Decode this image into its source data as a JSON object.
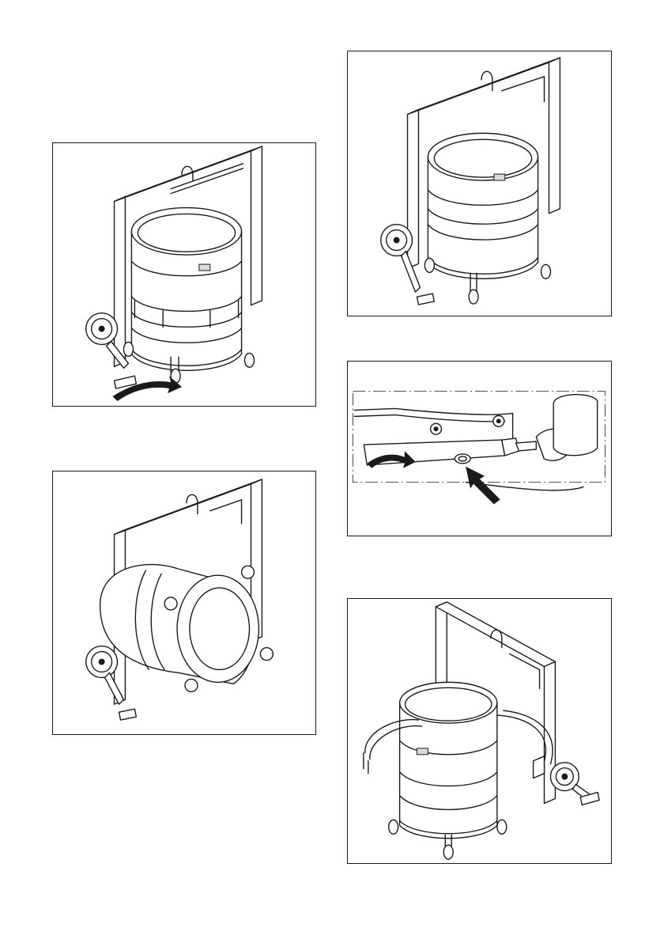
{
  "figures": [
    {
      "id": "fig1",
      "icons": [
        "lifting-frame",
        "drum",
        "crank-handle",
        "rotate-arrow"
      ]
    },
    {
      "id": "fig2",
      "icons": [
        "lifting-frame",
        "tilted-drum",
        "crank-handle"
      ]
    },
    {
      "id": "fig3",
      "icons": [
        "lifting-frame",
        "drum",
        "crank-handle"
      ]
    },
    {
      "id": "fig4",
      "icons": [
        "clamp-detail",
        "rotate-arrow",
        "push-arrow"
      ]
    },
    {
      "id": "fig5",
      "icons": [
        "lifting-frame-open",
        "drum",
        "crank-handle"
      ]
    }
  ],
  "colors": {
    "line": "#1a1a1a",
    "background": "#ffffff",
    "shade": "#d9d9d9"
  }
}
